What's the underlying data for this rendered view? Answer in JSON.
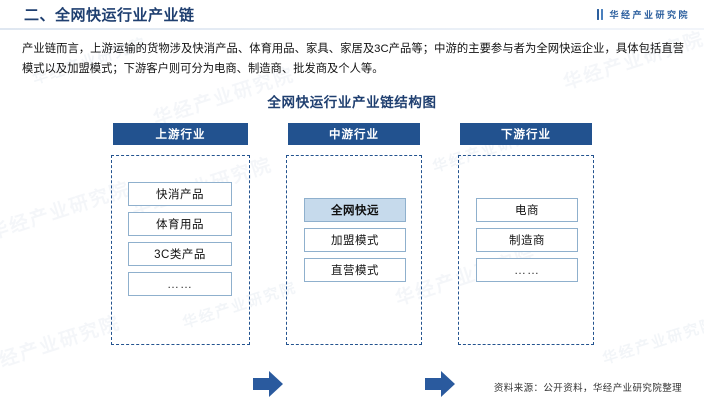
{
  "header": {
    "title": "二、全网快运行业产业链",
    "brand": "华经产业研究院",
    "brand_mark_icon": "book-mark-icon"
  },
  "intro": {
    "paragraph": "产业链而言，上游运输的货物涉及快消产品、体育用品、家具、家居及3C产品等；中游的主要参与者为全网快运企业，具体包括直营模式以及加盟模式；下游客户则可分为电商、制造商、批发商及个人等。"
  },
  "figure": {
    "title": "全网快运行业产业链结构图",
    "source": "资料来源：公开资料，华经产业研究院整理"
  },
  "watermark": {
    "text": "华经产业研究院"
  },
  "chart_data": {
    "type": "diagram",
    "title": "全网快运行业产业链结构图",
    "layout": "three-stage value chain, left to right",
    "arrows": [
      "upstream-to-midstream",
      "midstream-to-downstream"
    ],
    "columns": [
      {
        "id": "upstream",
        "header": "上游行业",
        "nodes": [
          {
            "label": "快消产品",
            "highlighted": false
          },
          {
            "label": "体育用品",
            "highlighted": false
          },
          {
            "label": "3C类产品",
            "highlighted": false
          },
          {
            "label": "……",
            "highlighted": false
          }
        ]
      },
      {
        "id": "midstream",
        "header": "中游行业",
        "nodes": [
          {
            "label": "全网快远",
            "highlighted": true
          },
          {
            "label": "加盟模式",
            "highlighted": false
          },
          {
            "label": "直营模式",
            "highlighted": false
          }
        ]
      },
      {
        "id": "downstream",
        "header": "下游行业",
        "nodes": [
          {
            "label": "电商",
            "highlighted": false
          },
          {
            "label": "制造商",
            "highlighted": false
          },
          {
            "label": "……",
            "highlighted": false
          }
        ]
      }
    ]
  },
  "colors": {
    "header_blue": "#22528f",
    "title_blue": "#1f3f70",
    "node_border": "#8fb0cd",
    "node_highlight": "#c6daec",
    "arrow_blue": "#2a5a9e",
    "dashed_border": "#23538f"
  }
}
